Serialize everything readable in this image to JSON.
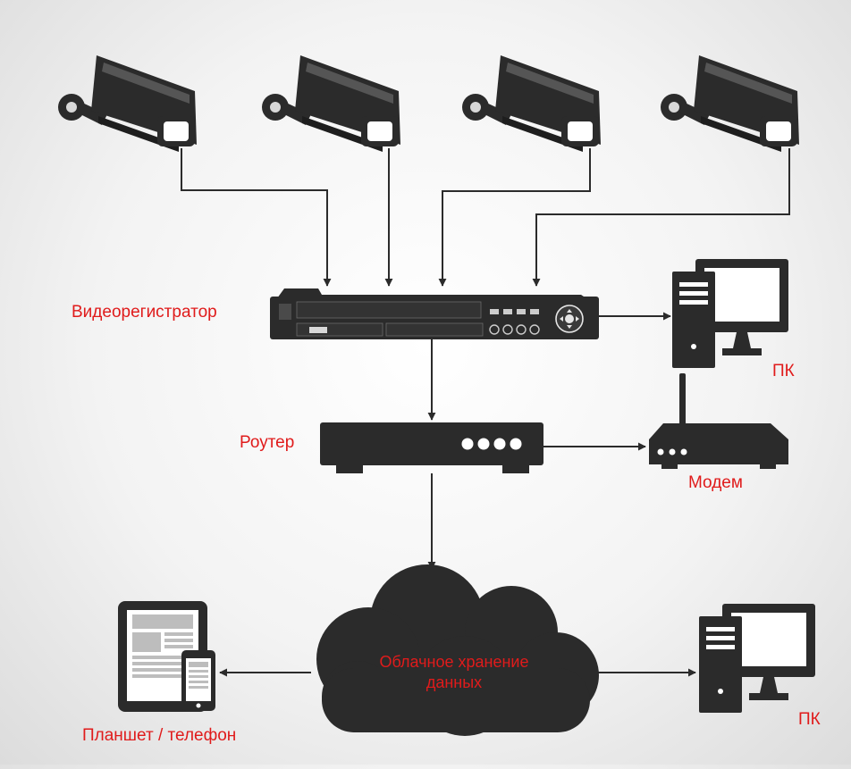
{
  "labels": {
    "dvr": "Видеорегистратор",
    "pc_top": "ПК",
    "router": "Роутер",
    "modem": "Модем",
    "cloud_line1": "Облачное хранение",
    "cloud_line2": "данных",
    "tablet_phone": "Планшет / телефон",
    "pc_bottom": "ПК"
  },
  "colors": {
    "device": "#2b2b2b",
    "label": "#e01b1b",
    "line": "#2b2b2b"
  },
  "icons": [
    "camera-icon",
    "dvr-icon",
    "desktop-pc-icon",
    "router-icon",
    "modem-icon",
    "cloud-icon",
    "tablet-icon",
    "phone-icon"
  ]
}
